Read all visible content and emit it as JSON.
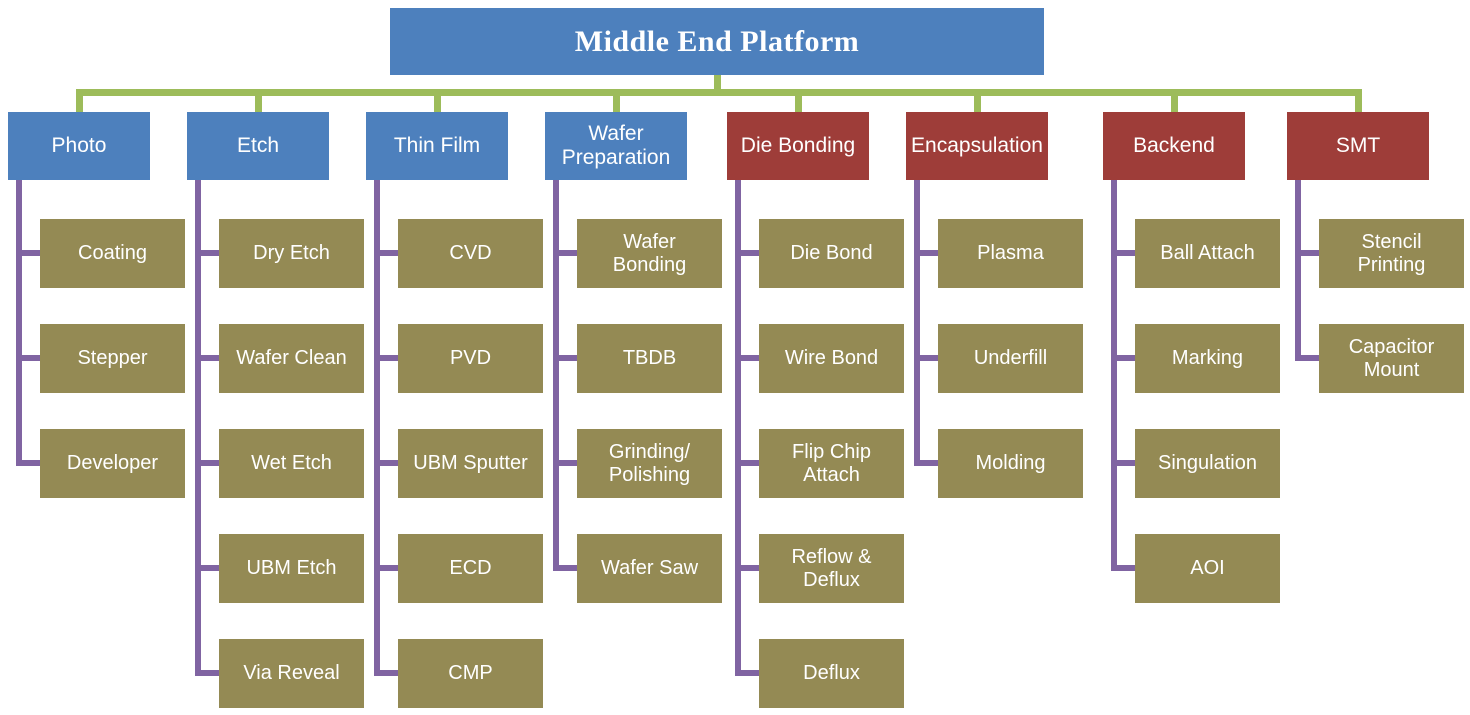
{
  "title": "Middle End Platform",
  "colors": {
    "blue": "#4d80bd",
    "red": "#9e3d39",
    "olive": "#948a54",
    "green": "#9dbc5a",
    "purple": "#8064a2",
    "text": "#ffffff"
  },
  "groups": [
    {
      "label": "Photo",
      "type": "blue",
      "children": [
        "Coating",
        "Stepper",
        "Developer"
      ]
    },
    {
      "label": "Etch",
      "type": "blue",
      "children": [
        "Dry Etch",
        "Wafer Clean",
        "Wet Etch",
        "UBM Etch",
        "Via Reveal"
      ]
    },
    {
      "label": "Thin Film",
      "type": "blue",
      "children": [
        "CVD",
        "PVD",
        "UBM Sputter",
        "ECD",
        "CMP"
      ]
    },
    {
      "label": "Wafer\nPreparation",
      "type": "blue",
      "children": [
        "Wafer\nBonding",
        "TBDB",
        "Grinding/\nPolishing",
        "Wafer Saw"
      ]
    },
    {
      "label": "Die Bonding",
      "type": "red",
      "children": [
        "Die Bond",
        "Wire Bond",
        "Flip Chip\nAttach",
        "Reflow &\nDeflux",
        "Deflux"
      ]
    },
    {
      "label": "Encapsulation",
      "type": "red",
      "children": [
        "Plasma",
        "Underfill",
        "Molding"
      ]
    },
    {
      "label": "Backend",
      "type": "red",
      "children": [
        "Ball Attach",
        "Marking",
        "Singulation",
        "AOI"
      ]
    },
    {
      "label": "SMT",
      "type": "red",
      "children": [
        "Stencil\nPrinting",
        "Capacitor\nMount"
      ]
    }
  ]
}
